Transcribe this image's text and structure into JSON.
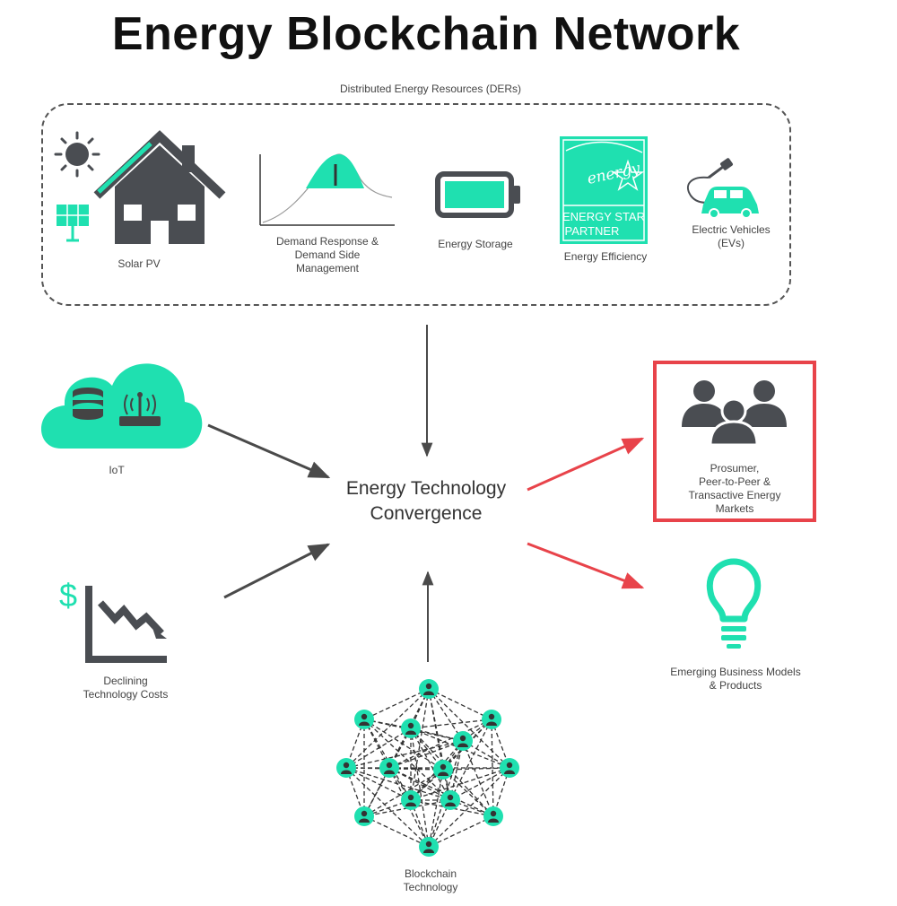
{
  "title": "Energy Blockchain Network",
  "der_section": {
    "caption": "Distributed Energy Resources (DERs)",
    "items": [
      {
        "label": "Solar PV",
        "icon": "solar-house-icon"
      },
      {
        "label_lines": [
          "Demand Response &",
          "Demand Side",
          "Management"
        ],
        "icon": "demand-curve-icon"
      },
      {
        "label": "Energy Storage",
        "icon": "battery-icon"
      },
      {
        "label": "Energy Efficiency",
        "icon": "energy-star-icon",
        "badge_lines": [
          "ENERGY STAR",
          "PARTNER"
        ],
        "badge_script": "energy"
      },
      {
        "label_lines": [
          "Electric Vehicles",
          "(EVs)"
        ],
        "icon": "electric-car-icon"
      }
    ]
  },
  "center": {
    "lines": [
      "Energy Technology",
      "Convergence"
    ]
  },
  "inputs": {
    "iot": {
      "label": "IoT",
      "icon": "iot-cloud-icon"
    },
    "costs": {
      "label_lines": [
        "Declining",
        "Technology Costs"
      ],
      "icon": "declining-cost-chart-icon",
      "currency": "$"
    },
    "blockchain": {
      "label_lines": [
        "Blockchain",
        "Technology"
      ],
      "icon": "blockchain-network-icon"
    }
  },
  "outputs": {
    "prosumer": {
      "label_lines": [
        "Prosumer,",
        "Peer-to-Peer &",
        "Transactive Energy",
        "Markets"
      ],
      "icon": "people-group-icon",
      "highlighted": true
    },
    "business": {
      "label_lines": [
        "Emerging Business Models",
        "& Products"
      ],
      "icon": "lightbulb-icon"
    }
  },
  "colors": {
    "accent": "#1fe0b0",
    "dark": "#555a5f",
    "highlight": "#e8434a"
  }
}
